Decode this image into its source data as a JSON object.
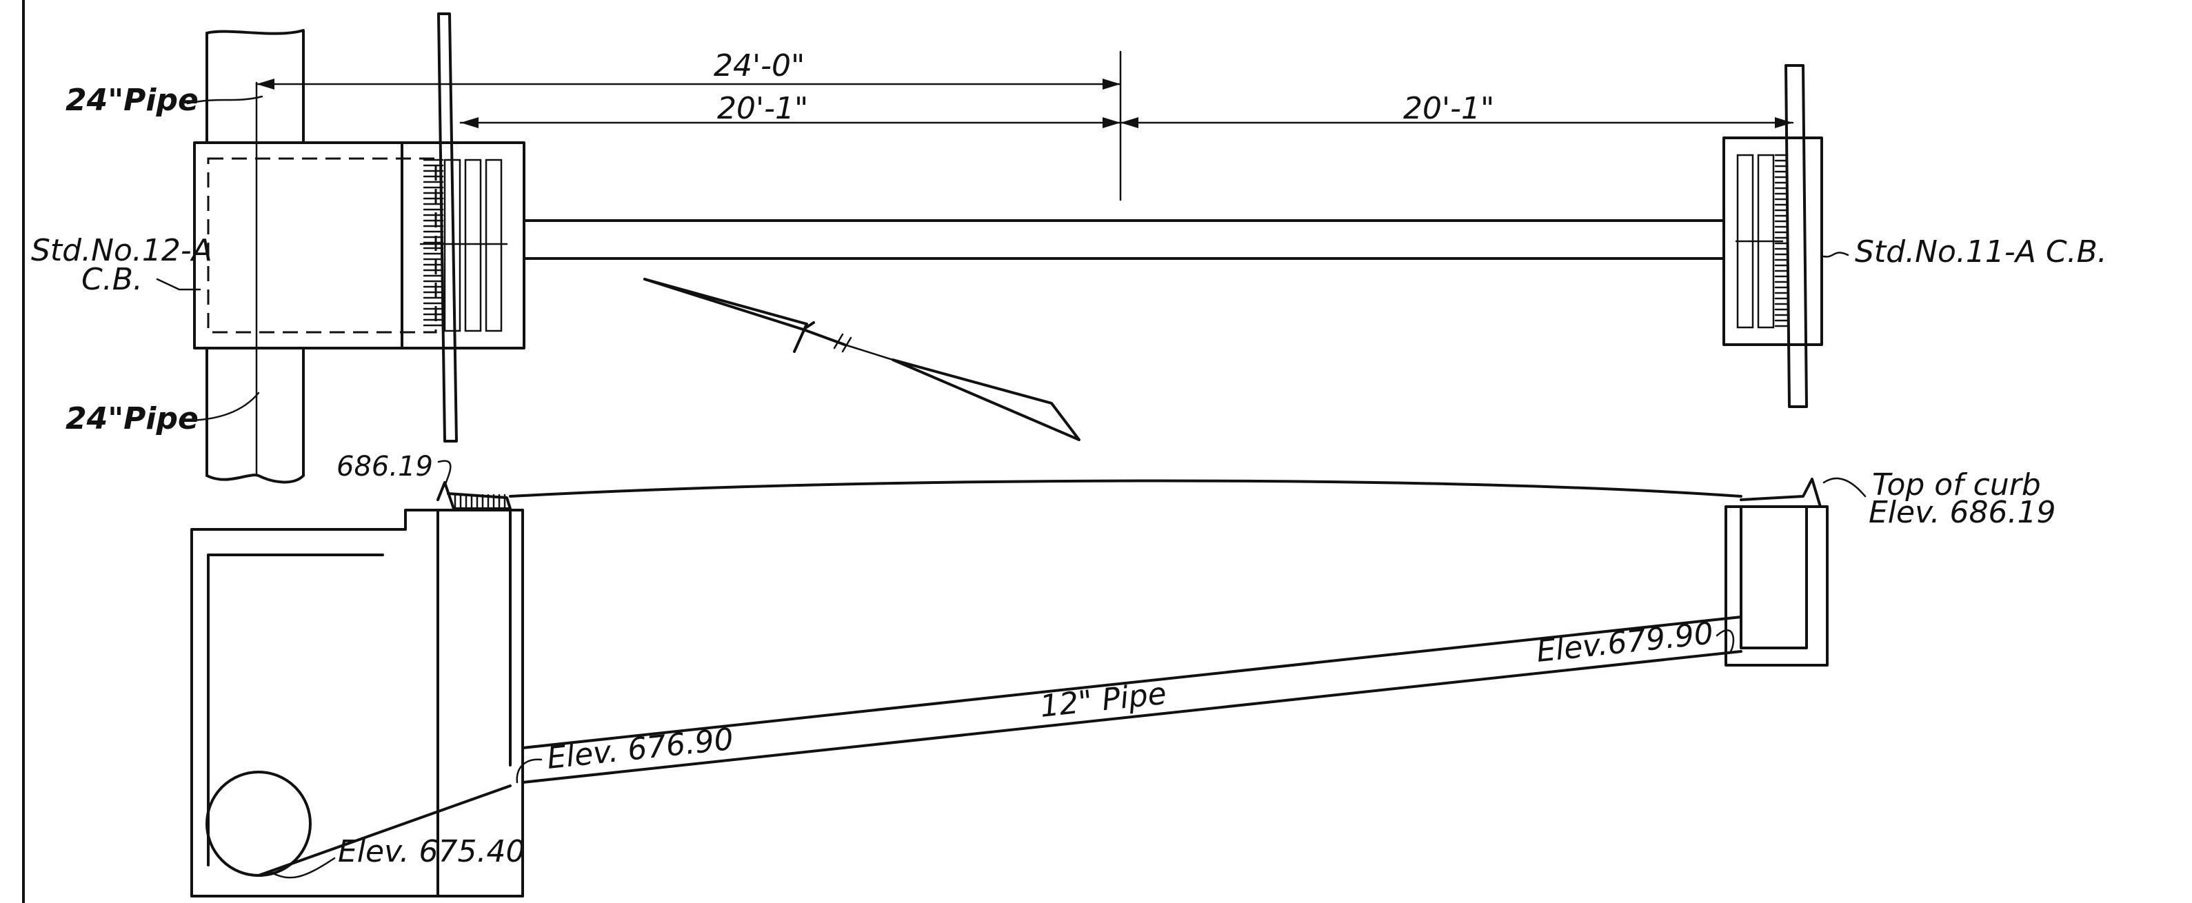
{
  "plan": {
    "dimension_overall": "24'-0\"",
    "dimension_left": "20'-1\"",
    "dimension_right": "20'-1\"",
    "pipe_upper_label": "24\"Pipe",
    "pipe_lower_label": "24\"Pipe",
    "left_basin_label_line1": "Std.No.12-A",
    "left_basin_label_line2": "C.B.",
    "right_basin_label": "Std.No.11-A C.B."
  },
  "section": {
    "top_left_elev": "686.19",
    "top_of_curb_line1": "Top of curb",
    "top_of_curb_line2": "Elev. 686.19",
    "pipe_label": "12\" Pipe",
    "elev_outlet_right": "Elev.679.90",
    "elev_inlet_left": "Elev. 676.90",
    "elev_bottom": "Elev. 675.40"
  }
}
